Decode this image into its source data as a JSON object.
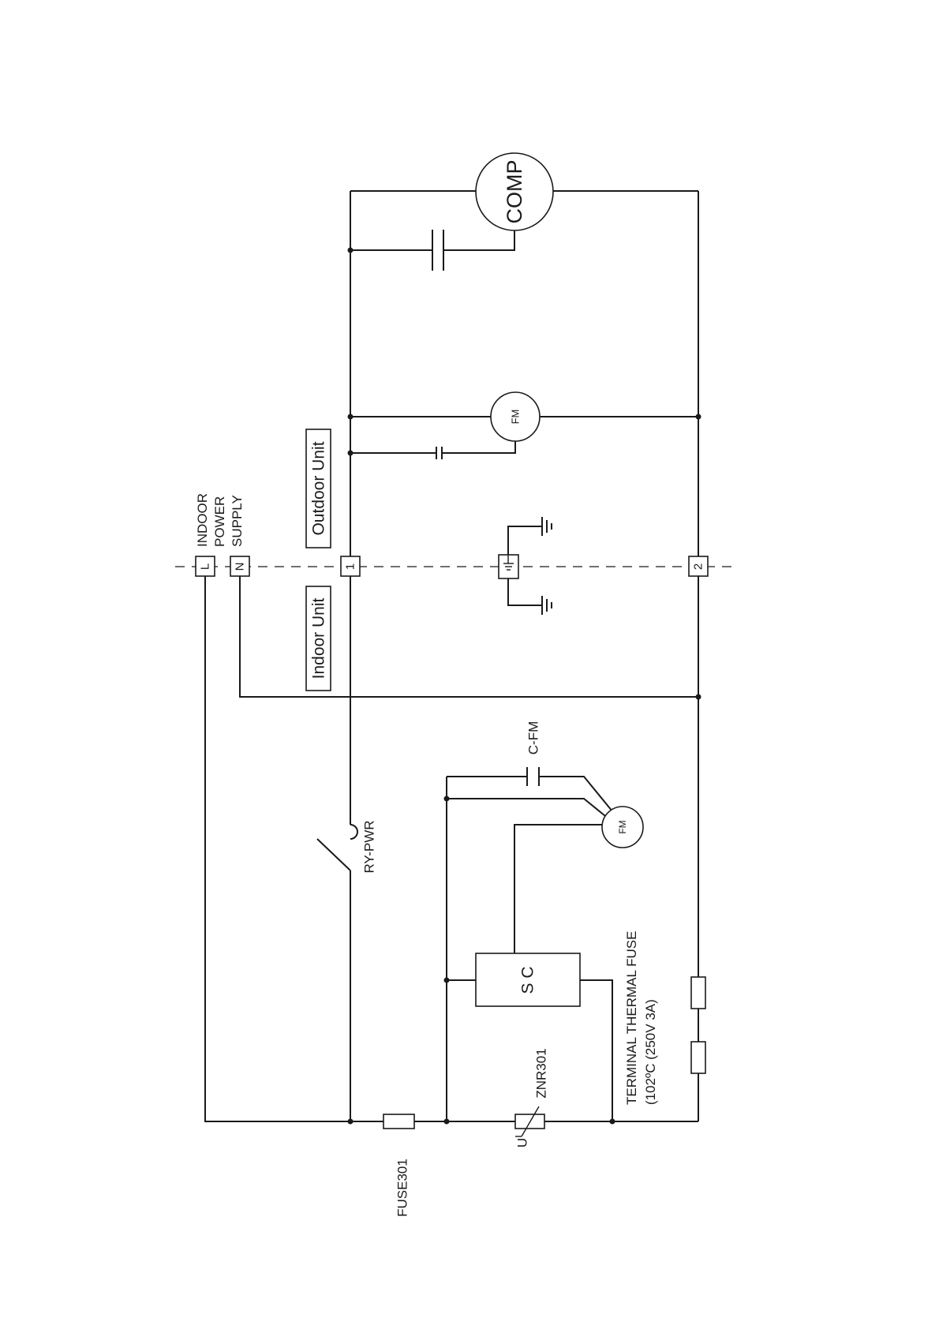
{
  "labels": {
    "terminal_l": "L",
    "terminal_n": "N",
    "terminal_1": "1",
    "terminal_2": "2",
    "indoor_power_supply": [
      "INDOOR",
      "POWER",
      "SUPPLY"
    ],
    "outdoor_unit": "Outdoor Unit",
    "indoor_unit": "Indoor Unit",
    "comp": "COMP",
    "fm_outdoor": "FM",
    "fm_indoor": "FM",
    "c_fm": "C-FM",
    "ry_pwr": "RY-PWR",
    "sc": "S C",
    "terminal_thermal_fuse": [
      "TERMINAL THERMAL FUSE",
      "(102ºC (250V 3A)"
    ],
    "znr301": "ZNR301",
    "fuse301": "FUSE301",
    "varistor_u": "U"
  },
  "colors": {
    "line": "#1a1a1a",
    "background": "#ffffff"
  }
}
